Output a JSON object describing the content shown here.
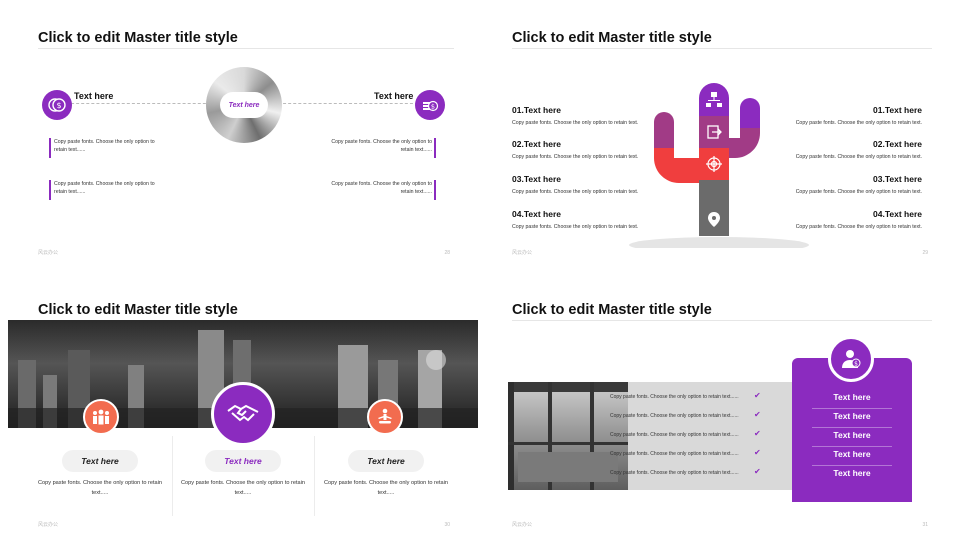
{
  "colors": {
    "accent": "#8b2bbf",
    "orange": "#f26c4f",
    "red": "#f03e3e",
    "mauve": "#a13b86",
    "gray": "#6b6b6b"
  },
  "slides": [
    {
      "title": "Click to edit Master title style",
      "footer": "风云办公",
      "page": "28",
      "center_label": "Text here",
      "left_label": "Text here",
      "right_label": "Text here",
      "left_icon": "coins-icon",
      "right_icon": "money-stack-icon",
      "texts": [
        "Copy paste fonts. Choose the only option to retain text......",
        "Copy paste fonts. Choose the only option to retain text......",
        "Copy paste fonts. Choose the only option to retain text......",
        "Copy paste fonts. Choose the only option to retain text......"
      ]
    },
    {
      "title": "Click to edit Master title style",
      "footer": "风云办公",
      "page": "29",
      "left_items": [
        {
          "title": "01.Text here",
          "desc": "Copy paste fonts. Choose the only option to retain text."
        },
        {
          "title": "02.Text here",
          "desc": "Copy paste fonts. Choose the only option to retain text."
        },
        {
          "title": "03.Text here",
          "desc": "Copy paste fonts. Choose the only option to retain text."
        },
        {
          "title": "04.Text here",
          "desc": "Copy paste fonts. Choose the only option to retain text."
        }
      ],
      "right_items": [
        {
          "title": "01.Text here",
          "desc": "Copy paste fonts. Choose the only option to retain text."
        },
        {
          "title": "02.Text here",
          "desc": "Copy paste fonts. Choose the only option to retain text."
        },
        {
          "title": "03.Text here",
          "desc": "Copy paste fonts. Choose the only option to retain text."
        },
        {
          "title": "04.Text here",
          "desc": "Copy paste fonts. Choose the only option to retain text."
        }
      ],
      "cactus_icons": [
        "hierarchy-icon",
        "exit-icon",
        "target-icon",
        "location-pin-icon"
      ]
    },
    {
      "title": "Click to edit Master title style",
      "footer": "风云办公",
      "page": "30",
      "columns": [
        {
          "label": "Text here",
          "desc": "Copy paste fonts. Choose the only option to retain text.....",
          "icon": "team-icon"
        },
        {
          "label": "Text here",
          "desc": "Copy paste fonts. Choose the only option to retain text.....",
          "icon": "handshake-icon"
        },
        {
          "label": "Text here",
          "desc": "Copy paste fonts. Choose the only option to retain text.....",
          "icon": "person-meditate-icon"
        }
      ]
    },
    {
      "title": "Click to edit Master title style",
      "footer": "风云办公",
      "page": "31",
      "rows": [
        "Copy paste fonts. Choose the only option to retain text......",
        "Copy paste fonts. Choose the only option to retain text......",
        "Copy paste fonts. Choose the only option to retain text......",
        "Copy paste fonts. Choose the only option to retain text......",
        "Copy paste fonts. Choose the only option to retain text......"
      ],
      "panel_labels": [
        "Text here",
        "Text here",
        "Text here",
        "Text here",
        "Text here"
      ],
      "panel_icon": "businessman-icon"
    }
  ]
}
